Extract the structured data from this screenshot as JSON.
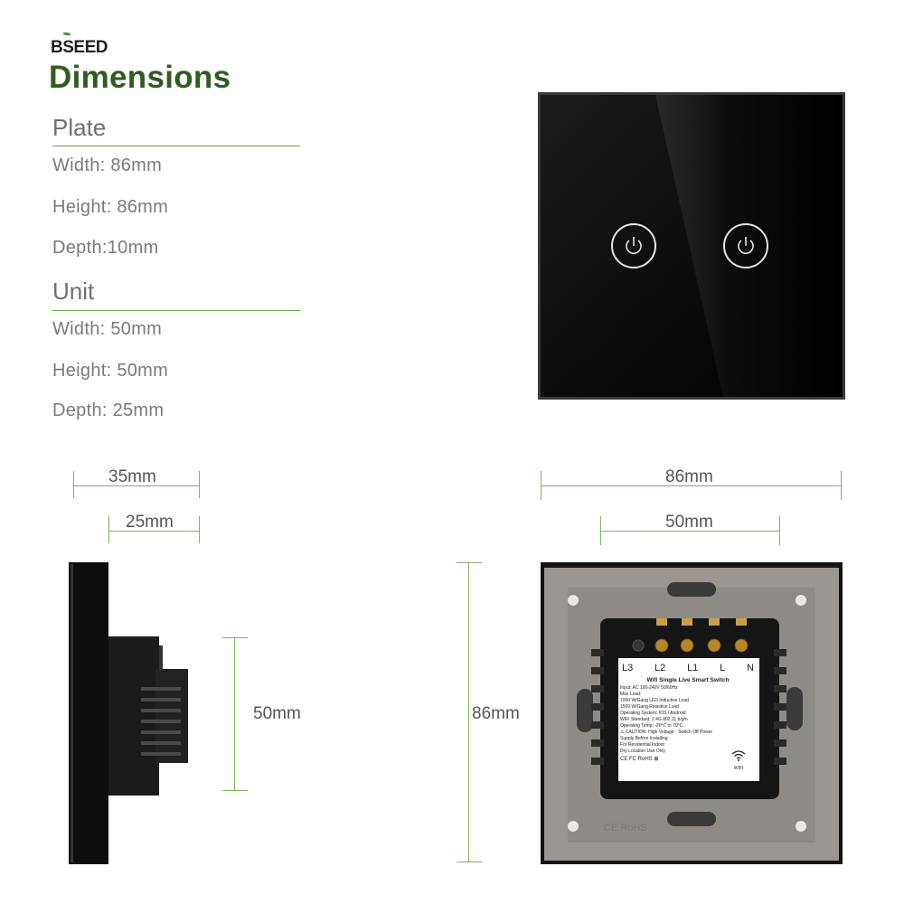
{
  "brand": {
    "logo_text": "BSEED",
    "accent_color": "#2f5d1f"
  },
  "heading": "Dimensions",
  "plate": {
    "label": "Plate",
    "width": "Width: 86mm",
    "height": "Height: 86mm",
    "depth": "Depth:10mm"
  },
  "unit": {
    "label": "Unit",
    "width": "Width: 50mm",
    "height": "Height: 50mm",
    "depth": "Depth: 25mm"
  },
  "dimensions": {
    "side_total_depth": "35mm",
    "side_unit_depth": "25mm",
    "side_unit_height": "50mm",
    "back_plate_width": "86mm",
    "back_unit_width": "50mm",
    "back_plate_height": "86mm"
  },
  "back_label": {
    "terminals": [
      "L3",
      "L2",
      "L1",
      "L",
      "N"
    ],
    "title": "Wifi Single Live Smart Switch",
    "lines": [
      "Input: AC 100-240V 50/60Hz",
      "Max Load:",
      "1000 W/Gang LED Inductive Load",
      "1500 W/Gang Resistive Load",
      "Operating System: IOS / Android",
      "WIFI Standard: 2.4G 802.11 b/g/n",
      "Operating Temp: -20°C to 70°C",
      "⚠ CAUTION: High Voltage - Switch Off Power",
      "Supply Before Installing",
      "For Residential Indoor",
      "Dry Location Use Only"
    ],
    "marks": "CE FC RoHS ⊠",
    "wifi_caption": "WIFI"
  }
}
